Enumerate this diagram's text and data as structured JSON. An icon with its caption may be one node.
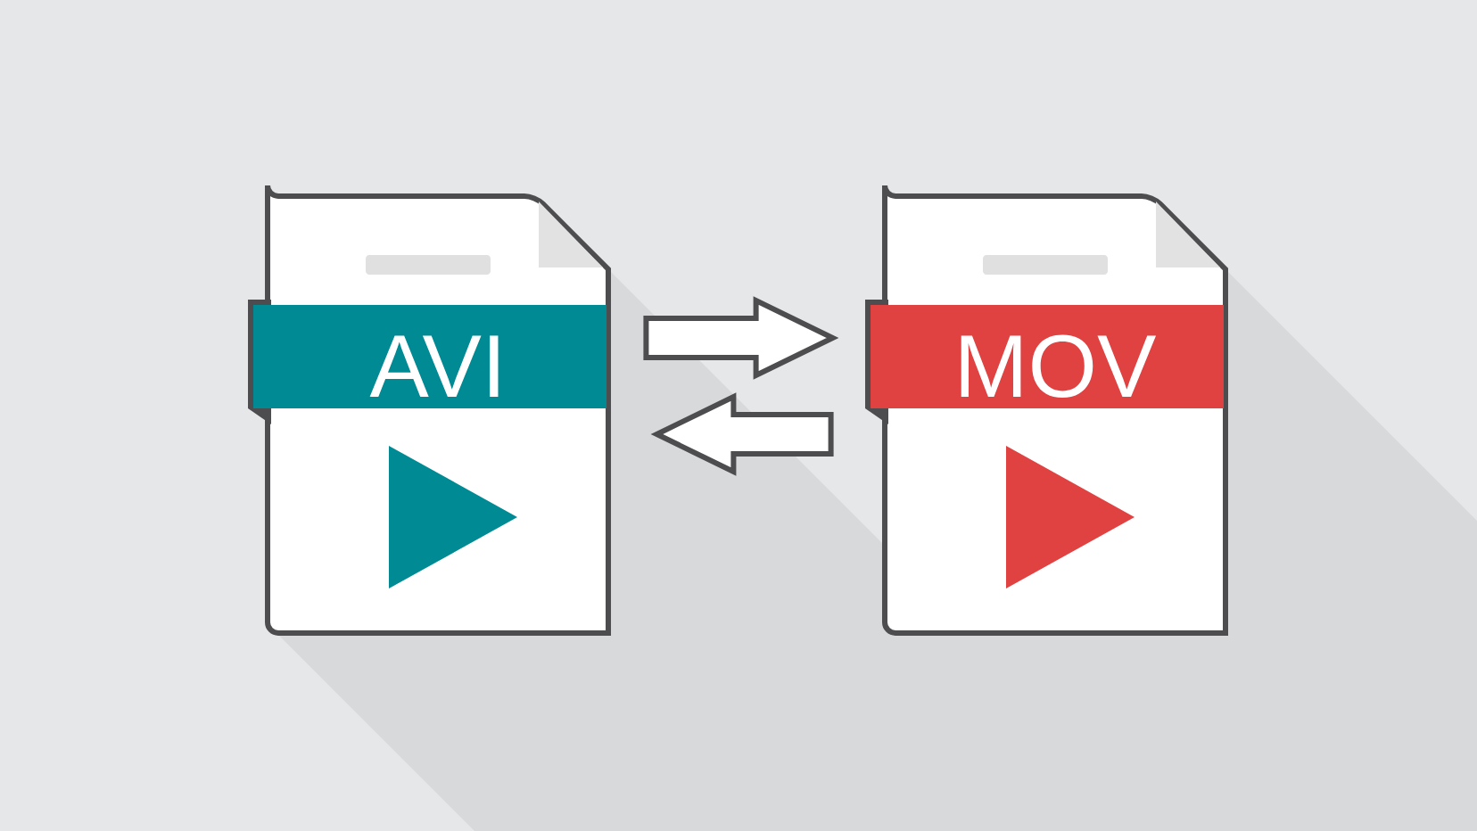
{
  "diagram": {
    "nodes": [
      {
        "text": [
          "AVI"
        ]
      },
      {
        "text": [
          "MOV"
        ]
      }
    ],
    "edges": [
      {
        "from": 0,
        "to": 1,
        "arrow": "to"
      },
      {
        "from": 1,
        "to": 0,
        "arrow": "to"
      }
    ]
  }
}
